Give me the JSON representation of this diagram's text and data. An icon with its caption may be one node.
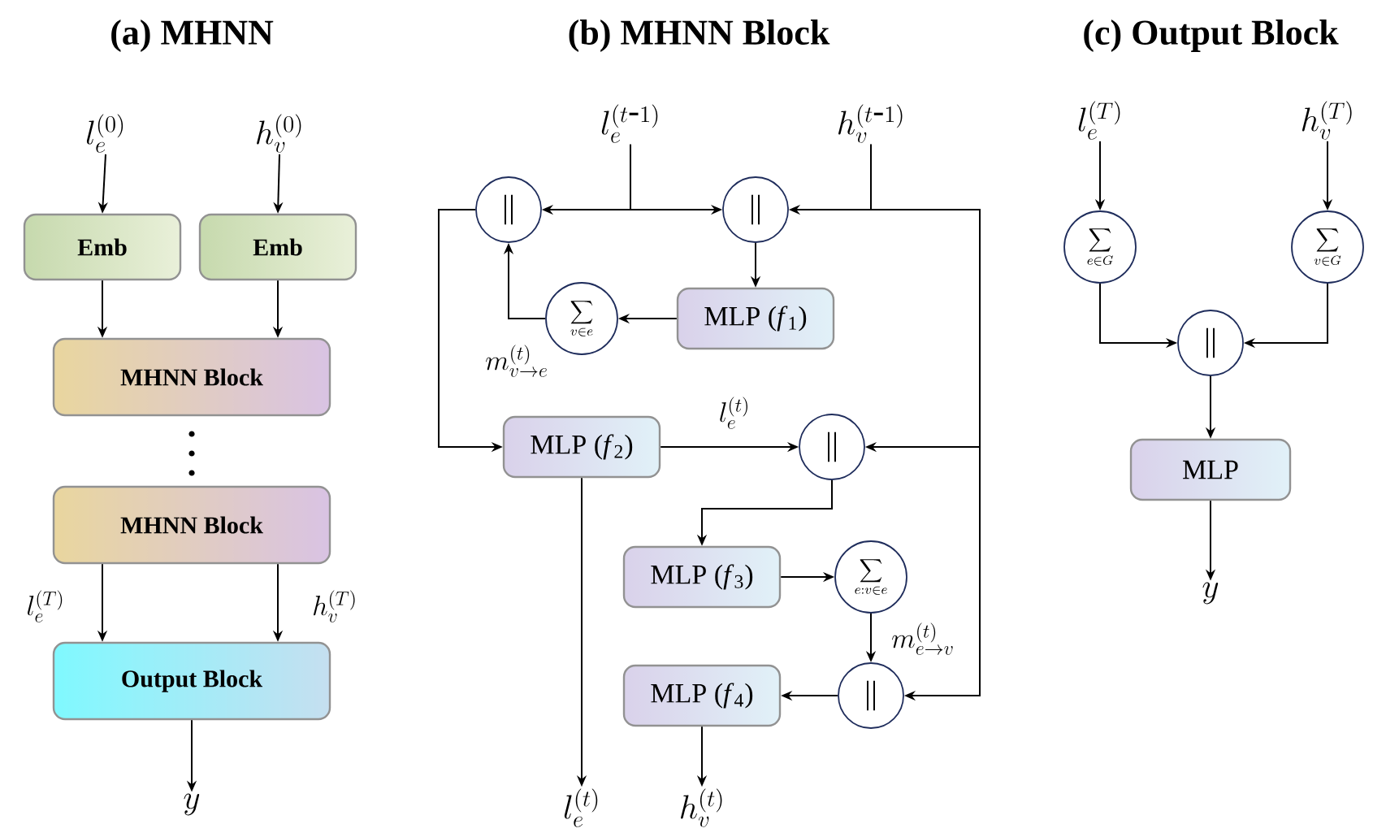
{
  "diagram": {
    "nodes": [
      {
        "text": [
          "l_e^{(0)}"
        ]
      },
      {
        "text": [
          "h_v^{(0)}"
        ]
      },
      {
        "text": [
          "Emb"
        ]
      },
      {
        "text": [
          "Emb"
        ]
      },
      {
        "text": [
          "MHNN Block"
        ]
      },
      {
        "text": [
          "MHNN Block"
        ]
      },
      {
        "text": [
          "Output Block"
        ]
      },
      {
        "text": [
          "y"
        ]
      },
      {
        "text": [
          "l_e^{(t\\mbox{-}1)}"
        ]
      },
      {
        "text": [
          "h_v^{(t\\mbox{-}1)}"
        ]
      },
      {
        "text": [
          "||"
        ]
      },
      {
        "text": [
          "||"
        ]
      },
      {
        "text": [
          "MLP (*f*$_{1}$)"
        ]
      },
      {
        "text": [
          "\\sum_{v\\in e}"
        ]
      },
      {
        "text": [
          "MLP (*f*$_{2}$)"
        ]
      },
      {
        "text": [
          "||"
        ]
      },
      {
        "text": [
          "MLP (*f*$_{3}$)"
        ]
      },
      {
        "text": [
          "\\sum_{e:v\\in e}"
        ]
      },
      {
        "text": [
          "||"
        ]
      },
      {
        "text": [
          "MLP (*f*$_{4}$)"
        ]
      },
      {
        "text": [
          "l_e^{(t)}"
        ]
      },
      {
        "text": [
          "h_v^{(t)}"
        ]
      },
      {
        "text": [
          "l_e^{(T)}"
        ]
      },
      {
        "text": [
          "h_v^{(T)}"
        ]
      },
      {
        "text": [
          "\\sum_{e\\in G}"
        ]
      },
      {
        "text": [
          "\\sum_{v\\in G}"
        ]
      },
      {
        "text": [
          "||"
        ]
      },
      {
        "text": [
          "MLP"
        ]
      },
      {
        "text": [
          "y"
        ]
      }
    ],
    "edges": [
      {
        "from": 0,
        "to": 2,
        "arrow": "to"
      },
      {
        "from": 1,
        "to": 3,
        "arrow": "to"
      },
      {
        "from": 2,
        "to": 4,
        "arrow": "to"
      },
      {
        "from": 3,
        "to": 4,
        "arrow": "to"
      },
      {
        "from": 5,
        "to": 6,
        "arrow": "to",
        "label": "l_e^{(T)}"
      },
      {
        "from": 5,
        "to": 6,
        "arrow": "to",
        "label": "h_v^{(T)}"
      },
      {
        "from": 6,
        "to": 7,
        "arrow": "to"
      },
      {
        "from": 8,
        "to": 10,
        "arrow": "to"
      },
      {
        "from": 8,
        "to": 11,
        "arrow": "to"
      },
      {
        "from": 9,
        "to": 11,
        "arrow": "to"
      },
      {
        "from": 9,
        "to": 15,
        "arrow": "to"
      },
      {
        "from": 9,
        "to": 18,
        "arrow": "to"
      },
      {
        "from": 11,
        "to": 12,
        "arrow": "to"
      },
      {
        "from": 12,
        "to": 13,
        "arrow": "to"
      },
      {
        "from": 13,
        "to": 10,
        "arrow": "to",
        "label": "m_{v\\to e}^{(t)}"
      },
      {
        "from": 10,
        "to": 14,
        "arrow": "to"
      },
      {
        "from": 14,
        "to": 15,
        "arrow": "to",
        "label": "l_e^{(t)}"
      },
      {
        "from": 15,
        "to": 16,
        "arrow": "to"
      },
      {
        "from": 16,
        "to": 17,
        "arrow": "to"
      },
      {
        "from": 17,
        "to": 18,
        "arrow": "to",
        "label": "m_{e\\to v}^{(t)}"
      },
      {
        "from": 18,
        "to": 19,
        "arrow": "to"
      },
      {
        "from": 14,
        "to": 20,
        "arrow": "to"
      },
      {
        "from": 19,
        "to": 21,
        "arrow": "to"
      },
      {
        "from": 22,
        "to": 24,
        "arrow": "to"
      },
      {
        "from": 23,
        "to": 25,
        "arrow": "to"
      },
      {
        "from": 24,
        "to": 26,
        "arrow": "to"
      },
      {
        "from": 25,
        "to": 26,
        "arrow": "to"
      },
      {
        "from": 26,
        "to": 27,
        "arrow": "to"
      },
      {
        "from": 27,
        "to": 28,
        "arrow": "to"
      }
    ],
    "labels": [
      "(a) MHNN",
      "(b) MHNN Block",
      "(c) Output Block"
    ]
  }
}
